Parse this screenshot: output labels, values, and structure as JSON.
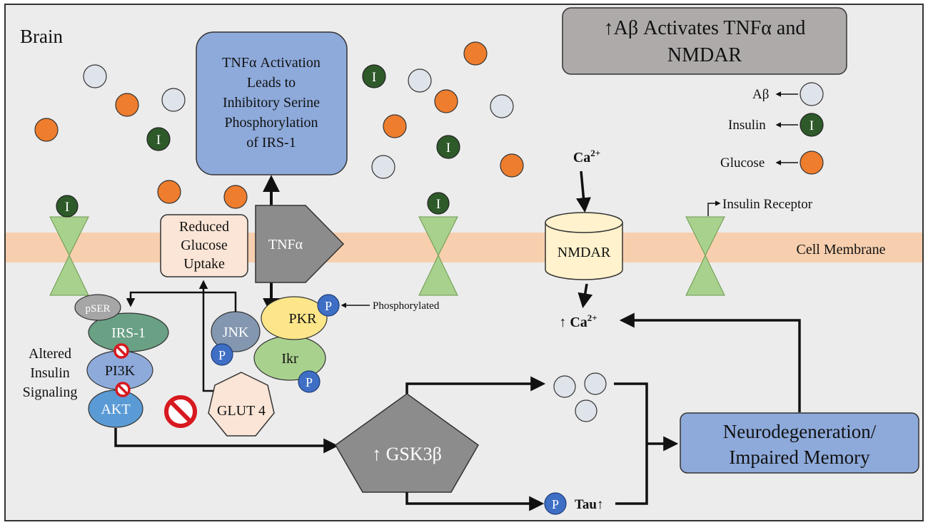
{
  "region_label": "Brain",
  "key_box": {
    "line1": "↑Aβ Activates TNFα and",
    "line2": "NMDAR"
  },
  "legend": {
    "abeta": "Aβ",
    "insulin": "Insulin",
    "glucose": "Glucose",
    "insulin_glyph": "I",
    "insulin_receptor": "Insulin Receptor"
  },
  "tnf_box": {
    "lines": [
      "TNFα Activation",
      "Leads to",
      "Inhibitory Serine",
      "Phosphorylation",
      "of IRS-1"
    ]
  },
  "membrane_label": "Cell Membrane",
  "reduced_glucose": {
    "lines": [
      "Reduced",
      "Glucose",
      "Uptake"
    ]
  },
  "tnf_receptor": "TNFα",
  "nmdar": "NMDAR",
  "calcium": {
    "ion": "Ca",
    "charge": "2+",
    "increase_prefix": "↑ "
  },
  "phosphorylated_label": "Phosphorylated",
  "phospho_glyph": "P",
  "kinases": {
    "pkr": "PKR",
    "jnk": "JNK",
    "ikr": "Ikr"
  },
  "signaling_stack": {
    "pser": "pSER",
    "irs1": "IRS-1",
    "pi3k": "PI3K",
    "akt": "AKT"
  },
  "altered_label": {
    "lines": [
      "Altered",
      "Insulin",
      "Signaling"
    ]
  },
  "glut4": "GLUT 4",
  "gsk3b": "↑ GSK3β",
  "tau": "Tau↑",
  "outcome": {
    "line1": "Neurodegeneration/",
    "line2": "Impaired Memory"
  },
  "colors": {
    "background": "#ececec",
    "membrane": "#f7cfae",
    "abeta_fill": "#dfe3ea",
    "glucose_fill": "#ee7d2d",
    "insulin_fill": "#2e5a2a",
    "receptor_fill": "#a9d18e",
    "phospho_fill": "#3f6fc5",
    "tnf_box_fill": "#8eaadb",
    "key_box_fill": "#aeaaaa",
    "outcome_fill": "#8eaadb",
    "pink_box_fill": "#fbe5d6",
    "nmdar_fill": "#fff2cc",
    "arrow": "#111111"
  }
}
